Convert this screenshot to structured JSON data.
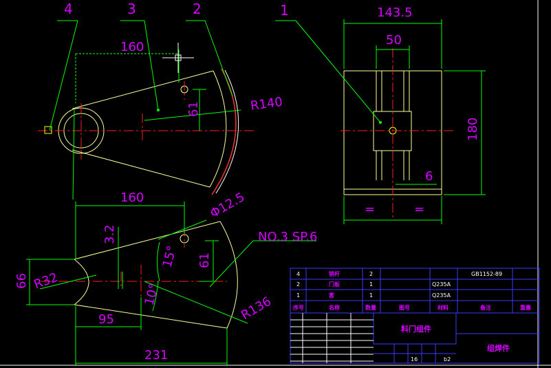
{
  "drawing": {
    "callouts": [
      "1",
      "2",
      "3",
      "4"
    ],
    "top_view_dims": {
      "span": "160",
      "offset": "61",
      "radius": "R140"
    },
    "side_view_dims": {
      "width": "143.5",
      "inner": "50",
      "height": "180",
      "gap": "6",
      "equal_left": "=",
      "equal_right": "="
    },
    "bottom_view_dims": {
      "span": "160",
      "hole": "Φ12.5",
      "note": "NO.3  SP.6",
      "v32": "3.2",
      "angle15": "15°",
      "v61": "61",
      "r32": "R32",
      "h66": "66",
      "angle10": "10°",
      "r136": "R136",
      "w95": "95",
      "w231": "231"
    }
  },
  "title_block": {
    "rows": [
      {
        "no": "4",
        "name": "销杆",
        "qty": "2",
        "material": "",
        "std": "GB1152-89"
      },
      {
        "no": "2",
        "name": "门板",
        "qty": "1",
        "material": "Q235A",
        "std": ""
      },
      {
        "no": "1",
        "name": "套",
        "qty": "1",
        "material": "Q235A",
        "std": ""
      }
    ],
    "headers": [
      "序号",
      "名称",
      "数量",
      "图号",
      "材料",
      "备注",
      "重量"
    ],
    "assembly_name": "料门组件",
    "drawing_type": "组焊件",
    "sheet_a": "16",
    "sheet_b": "b2"
  }
}
